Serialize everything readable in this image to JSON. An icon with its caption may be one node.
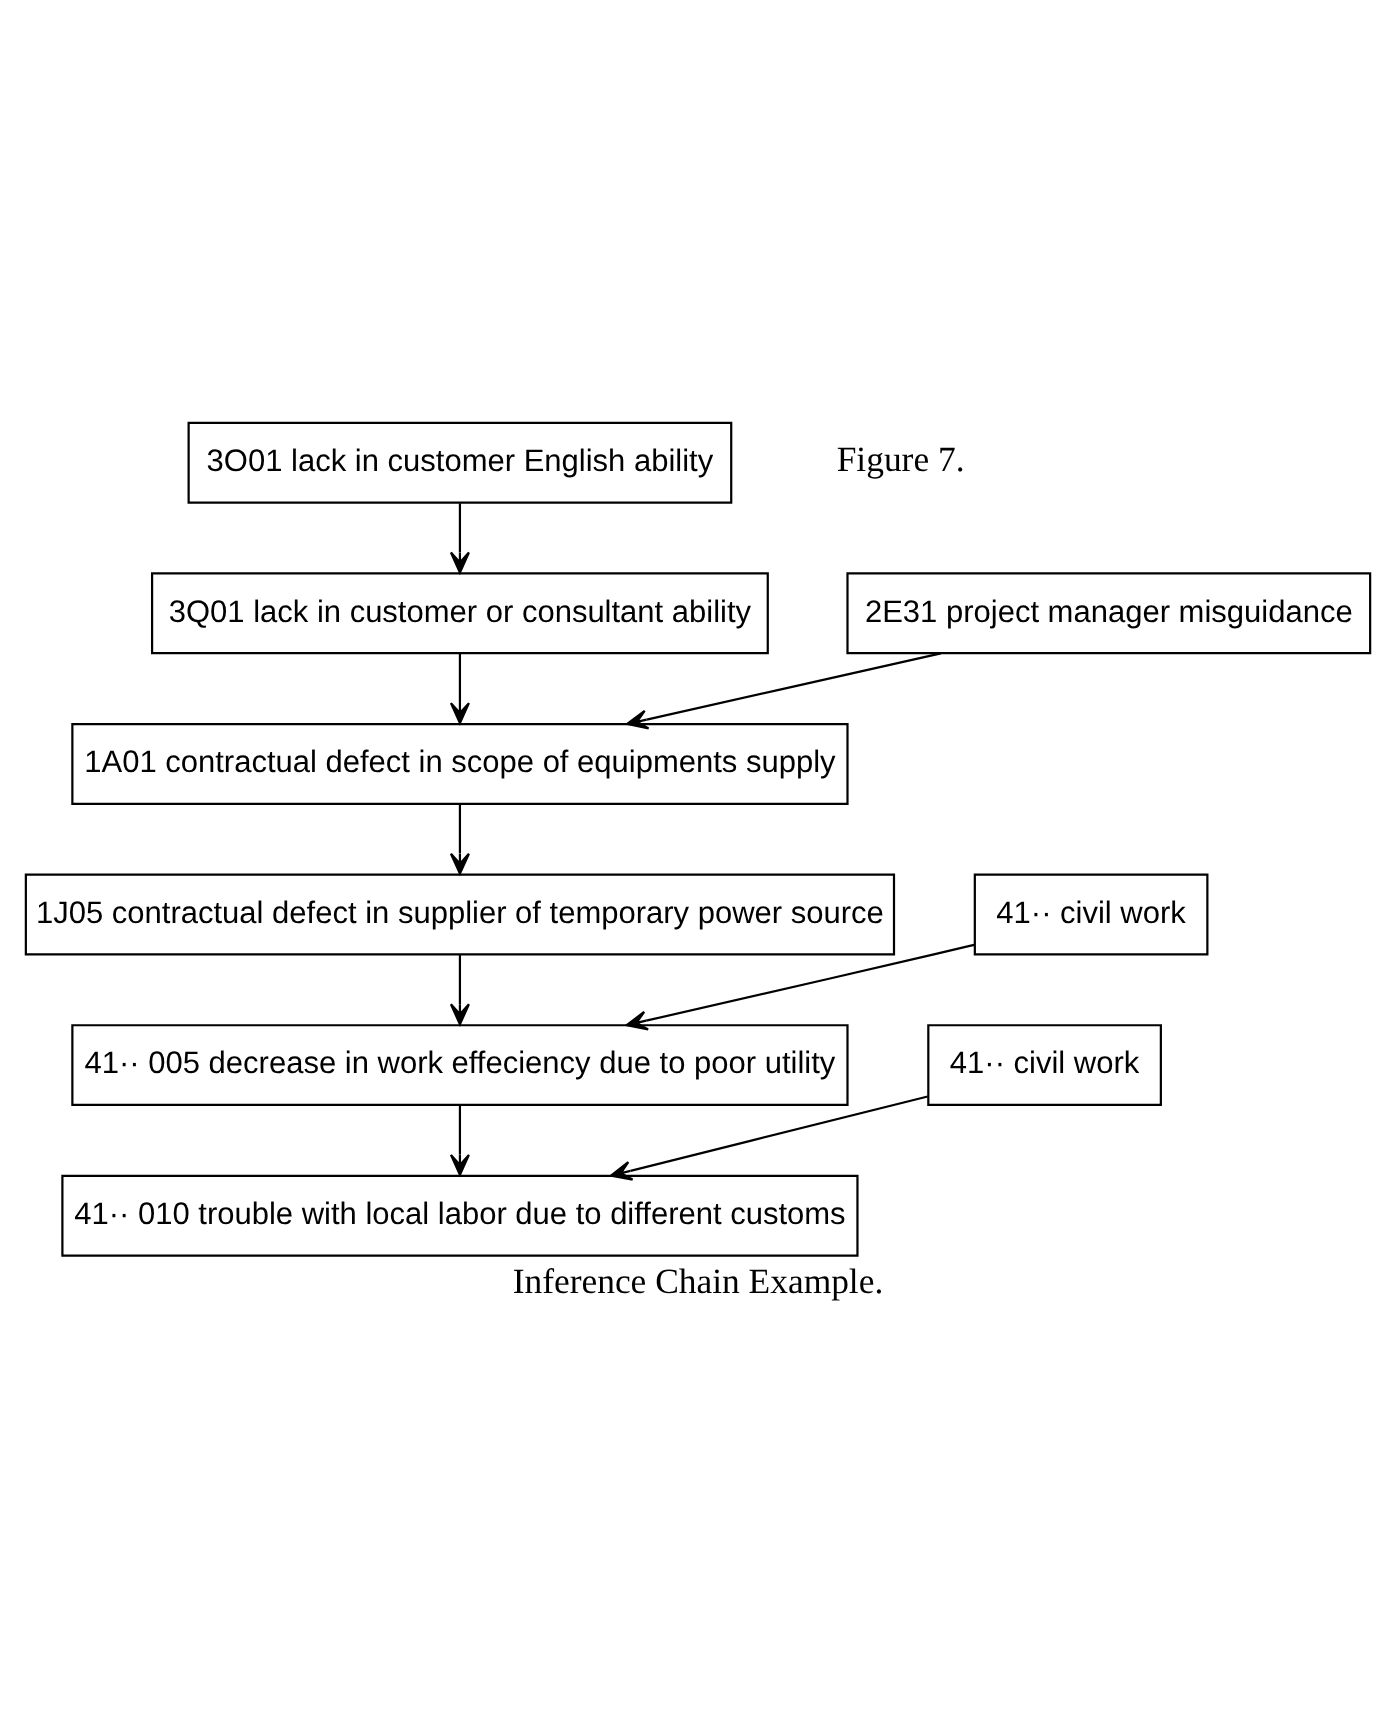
{
  "diagram": {
    "caption": "Inference Chain Example.",
    "nodes": [
      {
        "text": [
          "3O01 lack in customer English ability"
        ]
      },
      {
        "text": [
          "3Q01 lack in customer or consultant ability"
        ]
      },
      {
        "text": [
          "2E31 project manager misguidance"
        ]
      },
      {
        "text": [
          "1A01 contractual defect in scope of equipments supply"
        ]
      },
      {
        "text": [
          "1J05 contractual defect in supplier of temporary power source"
        ]
      },
      {
        "text": [
          "41·· civil work"
        ]
      },
      {
        "text": [
          "41·· 005 decrease in work effeciency due to poor utility"
        ]
      },
      {
        "text": [
          "41·· civil work"
        ]
      },
      {
        "text": [
          "41·· 010 trouble with local labor due to different customs"
        ]
      }
    ],
    "edges": [
      {
        "from": 0,
        "to": 1,
        "arrow": "to"
      },
      {
        "from": 1,
        "to": 3,
        "arrow": "to"
      },
      {
        "from": 2,
        "to": 3,
        "arrow": "to"
      },
      {
        "from": 3,
        "to": 4,
        "arrow": "to"
      },
      {
        "from": 4,
        "to": 6,
        "arrow": "to"
      },
      {
        "from": 5,
        "to": 6,
        "arrow": "to"
      },
      {
        "from": 6,
        "to": 8,
        "arrow": "to"
      },
      {
        "from": 7,
        "to": 8,
        "arrow": "to"
      }
    ],
    "labels": [
      "Figure 7."
    ]
  }
}
